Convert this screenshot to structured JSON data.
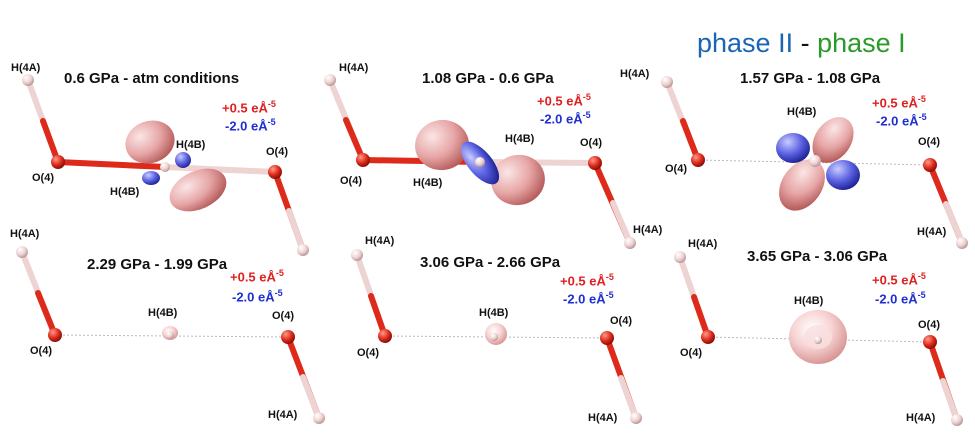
{
  "legend": {
    "phase_a": "phase II",
    "separator": "-",
    "phase_b": "phase I",
    "color_a": "#1a66b5",
    "color_b": "#2a9a2a"
  },
  "iso_colors": {
    "positive": "#e02020",
    "negative": "#1f2fd0",
    "lobe_positive": "#e7a6a6",
    "lobe_negative": "#5a60e0",
    "oxygen": "#dd2a1a",
    "hydrogen": "#eed3d3"
  },
  "panels": [
    {
      "title": "0.6 GPa - atm conditions",
      "iso_pos": "+0.5 eÅ",
      "iso_neg": "-2.0 eÅ",
      "iso_exp": "-5",
      "labels": {
        "h4a_top": "H(4A)",
        "o_left": "O(4)",
        "h4b": "H(4B)",
        "o_right": "O(4)"
      }
    },
    {
      "title": "1.08 GPa - 0.6 GPa",
      "iso_pos": "+0.5 eÅ",
      "iso_neg": "-2.0 eÅ",
      "iso_exp": "-5",
      "labels": {
        "h4a_top": "H(4A)",
        "o_left": "O(4)",
        "h4b": "H(4B)",
        "o_right": "O(4)",
        "h4a_bottom": "H(4A)"
      }
    },
    {
      "title": "1.57 GPa - 1.08 GPa",
      "iso_pos": "+0.5 eÅ",
      "iso_neg": "-2.0 eÅ",
      "iso_exp": "-5",
      "labels": {
        "h4a_top": "H(4A)",
        "o_left": "O(4)",
        "h4b": "H(4B)",
        "o_right": "O(4)",
        "h4a_bottom": "H(4A)"
      }
    },
    {
      "title": "2.29 GPa - 1.99 GPa",
      "iso_pos": "+0.5 eÅ",
      "iso_neg": "-2.0 eÅ",
      "iso_exp": "-5",
      "labels": {
        "h4a_top": "H(4A)",
        "o_left": "O(4)",
        "h4b": "H(4B)",
        "o_right": "O(4)",
        "h4a_bottom": "H(4A)"
      }
    },
    {
      "title": "3.06 GPa - 2.66 GPa",
      "iso_pos": "+0.5 eÅ",
      "iso_neg": "-2.0 eÅ",
      "iso_exp": "-5",
      "labels": {
        "h4a_top": "H(4A)",
        "o_left": "O(4)",
        "h4b": "H(4B)",
        "o_right": "O(4)",
        "h4a_bottom": "H(4A)"
      }
    },
    {
      "title": "3.65 GPa - 3.06 GPa",
      "iso_pos": "+0.5 eÅ",
      "iso_neg": "-2.0 eÅ",
      "iso_exp": "-5",
      "labels": {
        "h4a_top": "H(4A)",
        "o_left": "O(4)",
        "h4b": "H(4B)",
        "o_right": "O(4)",
        "h4a_bottom": "H(4A)"
      }
    }
  ]
}
